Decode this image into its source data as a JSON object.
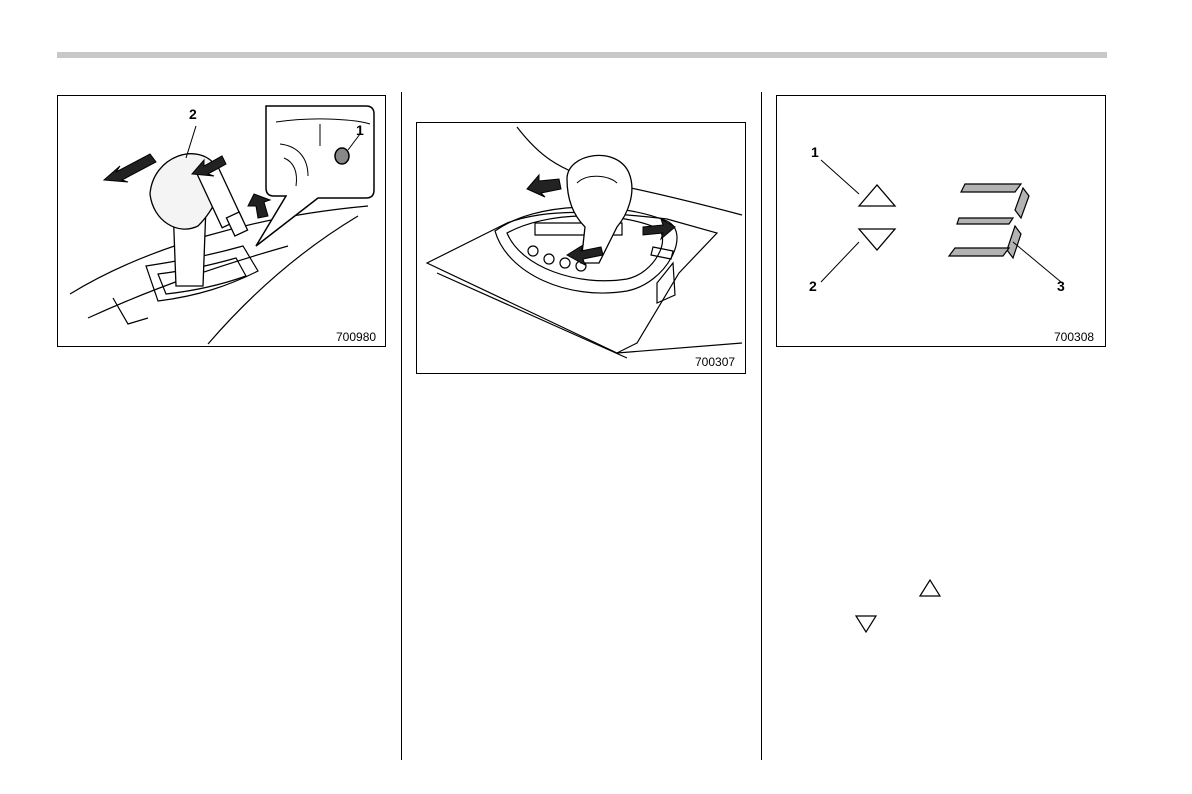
{
  "figures": [
    {
      "code": "700980",
      "callouts": [
        "1",
        "2"
      ],
      "icons": [
        "shift-lever-icon",
        "lever-button-icon",
        "arrow-icon"
      ]
    },
    {
      "code": "700307",
      "callouts": [],
      "icons": [
        "shift-gate-icon",
        "arrow-icon"
      ]
    },
    {
      "code": "700308",
      "callouts": [
        "1",
        "2",
        "3"
      ],
      "icons": [
        "up-triangle-icon",
        "down-triangle-icon",
        "seven-segment-digit-icon"
      ]
    }
  ],
  "inline_symbols": [
    "up-triangle-icon",
    "down-triangle-icon"
  ],
  "colors": {
    "rule": "#c8c8c8",
    "segment_fill": "#b3b3b3"
  }
}
